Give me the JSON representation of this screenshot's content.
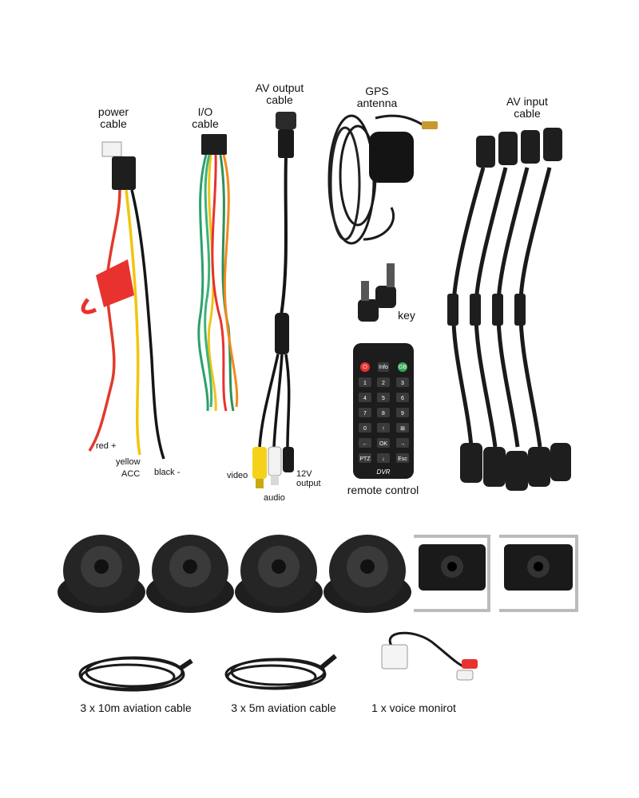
{
  "labels": {
    "power_cable": "power\ncable",
    "io_cable": "I/O\ncable",
    "av_output_cable": "AV output\ncable",
    "gps_antenna": "GPS\nantenna",
    "av_input_cable": "AV input\ncable",
    "key": "key",
    "remote_control": "remote control",
    "red": "red +",
    "yellow": "yellow",
    "acc": "ACC",
    "black": "black -",
    "video": "video",
    "audio": "audio",
    "output_12v": "12V\noutput",
    "cable_10m": "3 x 10m aviation cable",
    "cable_5m": "3 x 5m aviation cable",
    "voice": "1 x voice monirot"
  },
  "remote": {
    "brand": "DVR",
    "keys": [
      "⏻",
      "Info",
      "GB",
      "1",
      "2",
      "3",
      "4",
      "5",
      "6",
      "7",
      "8",
      "9",
      "0",
      "↑",
      "⊞",
      "←",
      "OK",
      "→",
      "PTZ",
      "↓",
      "Esc"
    ]
  },
  "colors": {
    "accent_red": "#e8322e",
    "accent_yellow": "#f5d11a",
    "device_black": "#1c1c1c"
  }
}
